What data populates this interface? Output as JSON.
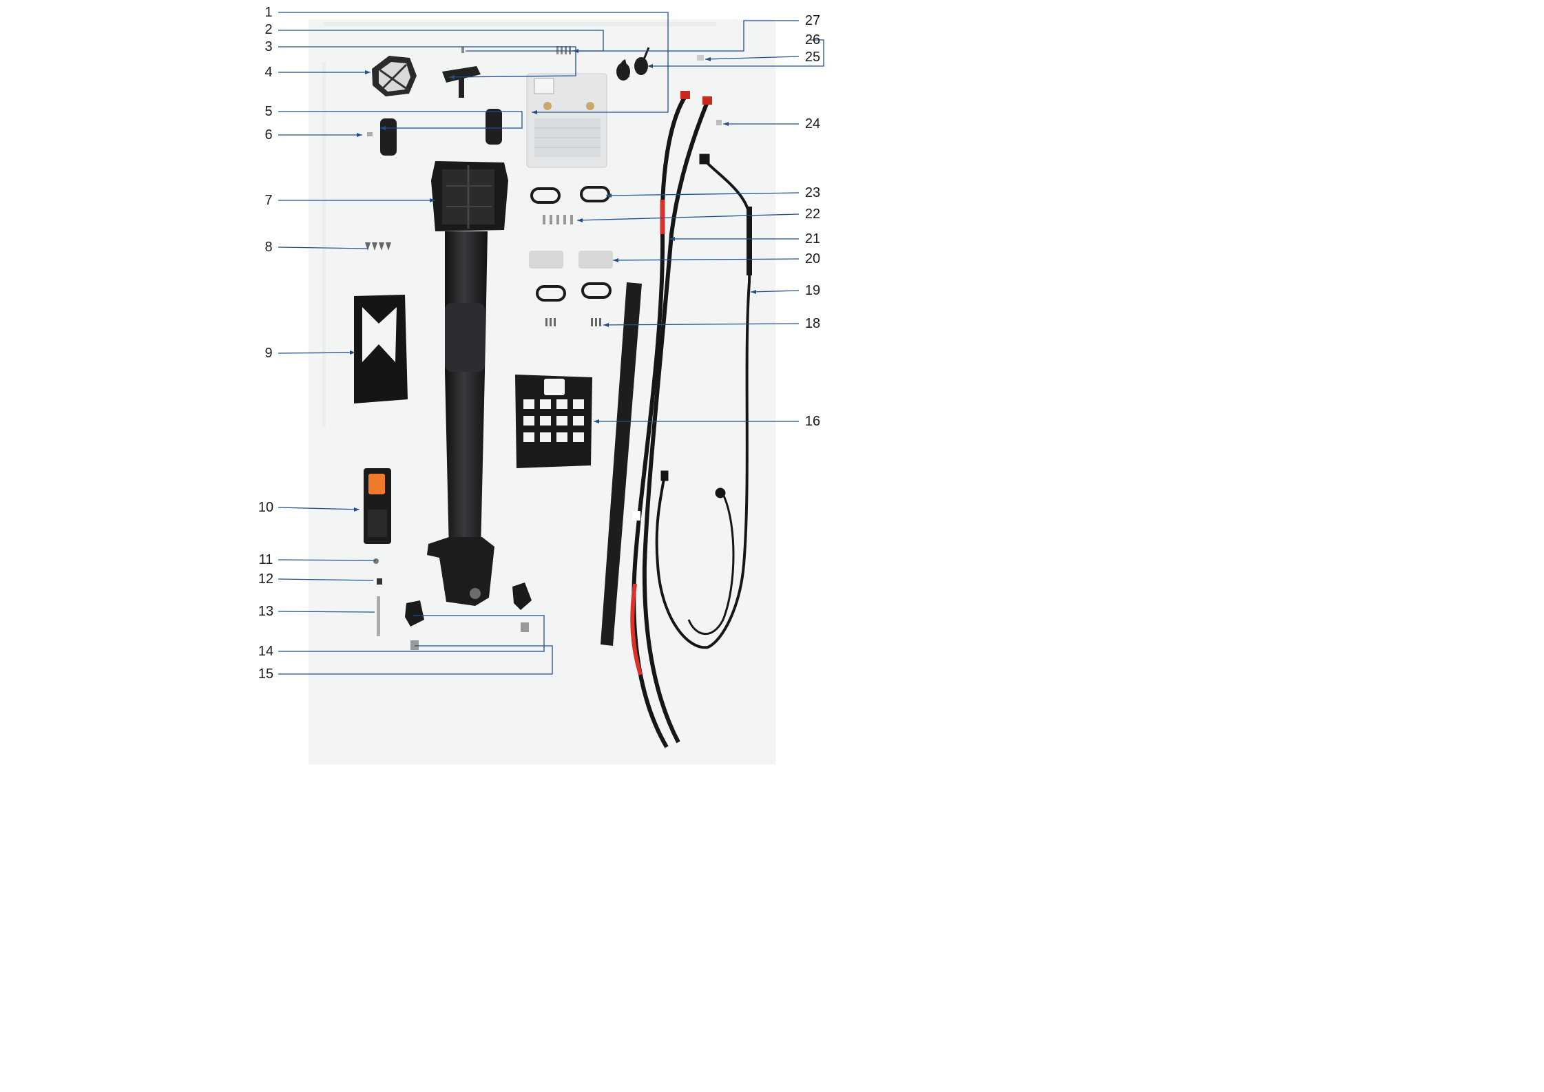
{
  "diagram": {
    "title": "",
    "callouts": [
      {
        "id": "1",
        "label": "1"
      },
      {
        "id": "2",
        "label": "2"
      },
      {
        "id": "3",
        "label": "3"
      },
      {
        "id": "4",
        "label": "4"
      },
      {
        "id": "5",
        "label": "5"
      },
      {
        "id": "6",
        "label": "6"
      },
      {
        "id": "7",
        "label": "7"
      },
      {
        "id": "8",
        "label": "8"
      },
      {
        "id": "9",
        "label": "9"
      },
      {
        "id": "10",
        "label": "10"
      },
      {
        "id": "11",
        "label": "11"
      },
      {
        "id": "12",
        "label": "12"
      },
      {
        "id": "13",
        "label": "13"
      },
      {
        "id": "14",
        "label": "14"
      },
      {
        "id": "15",
        "label": "15"
      },
      {
        "id": "16",
        "label": "16"
      },
      {
        "id": "18",
        "label": "18"
      },
      {
        "id": "19",
        "label": "19"
      },
      {
        "id": "20",
        "label": "20"
      },
      {
        "id": "21",
        "label": "21"
      },
      {
        "id": "22",
        "label": "22"
      },
      {
        "id": "23",
        "label": "23"
      },
      {
        "id": "24",
        "label": "24"
      },
      {
        "id": "25",
        "label": "25"
      },
      {
        "id": "26",
        "label": "26"
      },
      {
        "id": "27",
        "label": "27"
      }
    ],
    "colors": {
      "leader": "#1f4f8f",
      "label": "#1b1b1b",
      "part_dark": "#1c1c1e",
      "part_light": "#e6e8ea",
      "accent_orange": "#f07a2a",
      "cable_red": "#d8322a",
      "backdrop": "#f3f4f4"
    }
  }
}
